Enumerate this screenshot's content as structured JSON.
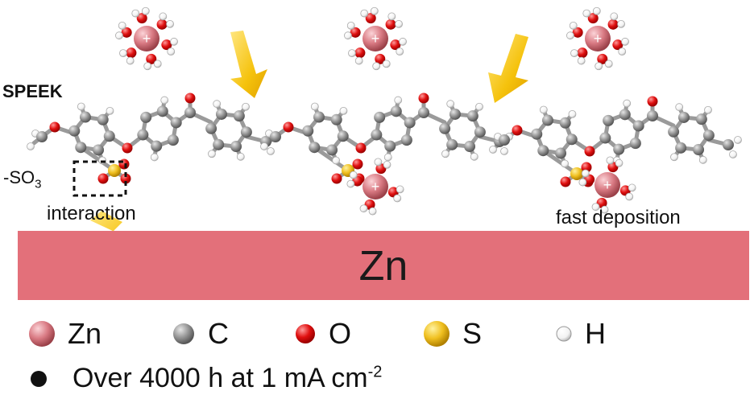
{
  "labels": {
    "polymer": "SPEEK",
    "group_prefix": "-SO",
    "group_subscript": "3",
    "interaction": "interaction",
    "fast_deposition": "fast deposition",
    "electrode": "Zn",
    "cation_symbol": "+"
  },
  "legend": [
    {
      "label": "Zn",
      "color": "#e08a92",
      "icon": "zinc-atom"
    },
    {
      "label": "C",
      "color": "#8a8a8a",
      "icon": "carbon-atom"
    },
    {
      "label": "O",
      "color": "#e01010",
      "icon": "oxygen-atom"
    },
    {
      "label": "S",
      "color": "#f0c020",
      "icon": "sulfur-atom"
    },
    {
      "label": "H",
      "color": "#ffffff",
      "icon": "hydrogen-atom"
    }
  ],
  "note": {
    "text": "Over 4000 h at 1 mA cm",
    "superscript": "-2"
  },
  "colors": {
    "electrode": "#e3707a",
    "arrow": "#f5c20c",
    "bond": "#9a9a9a"
  }
}
